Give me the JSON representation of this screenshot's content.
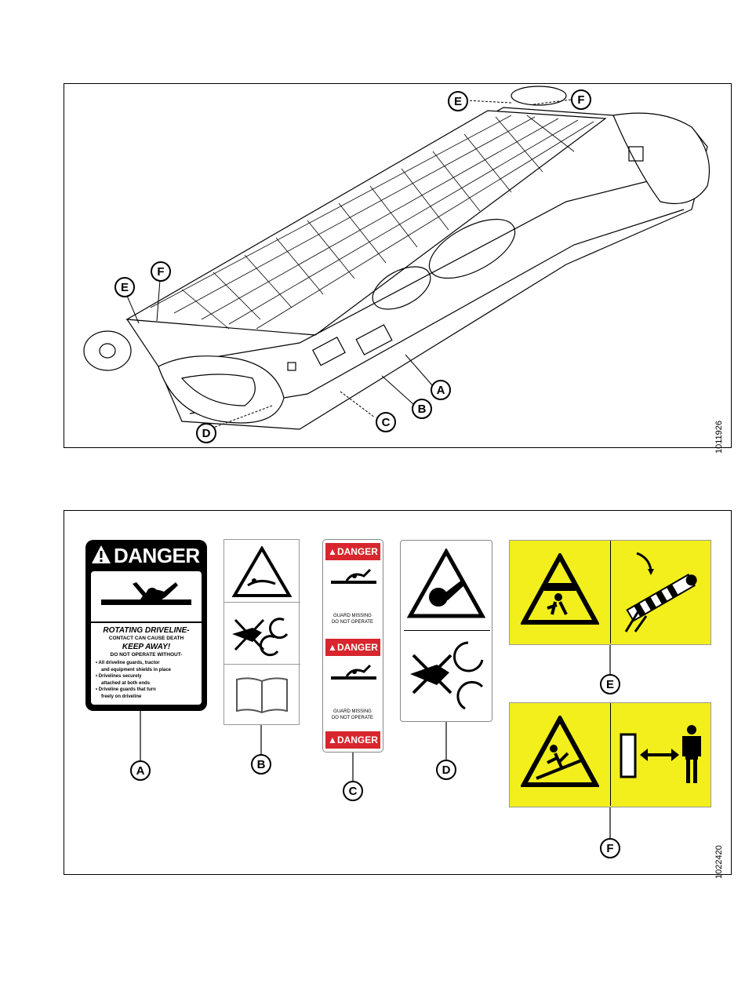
{
  "figure1": {
    "figure_number": "1011926",
    "callouts": [
      "A",
      "B",
      "C",
      "D",
      "E",
      "F",
      "E",
      "F"
    ]
  },
  "figure2": {
    "figure_number": "1022420",
    "callouts": [
      "A",
      "B",
      "C",
      "D",
      "E",
      "F"
    ],
    "decal_a": {
      "header": "DANGER",
      "title": "ROTATING DRIVELINE-",
      "line2": "CONTACT CAN CAUSE DEATH",
      "line3": "KEEP AWAY!",
      "line4": "DO NOT OPERATE WITHOUT-",
      "bullets": [
        "All driveline guards, tractor",
        "and equipment shields in place",
        "Drivelines securely",
        "attached at both ends",
        "Driveline guards that turn",
        "freely on driveline"
      ]
    },
    "decal_c": {
      "header": "DANGER",
      "guard_line1": "GUARD MISSING",
      "guard_line2": "DO NOT OPERATE"
    }
  },
  "colors": {
    "danger_red": "#d8262e",
    "warning_yellow": "#f2ef1c",
    "ink": "#000000"
  }
}
